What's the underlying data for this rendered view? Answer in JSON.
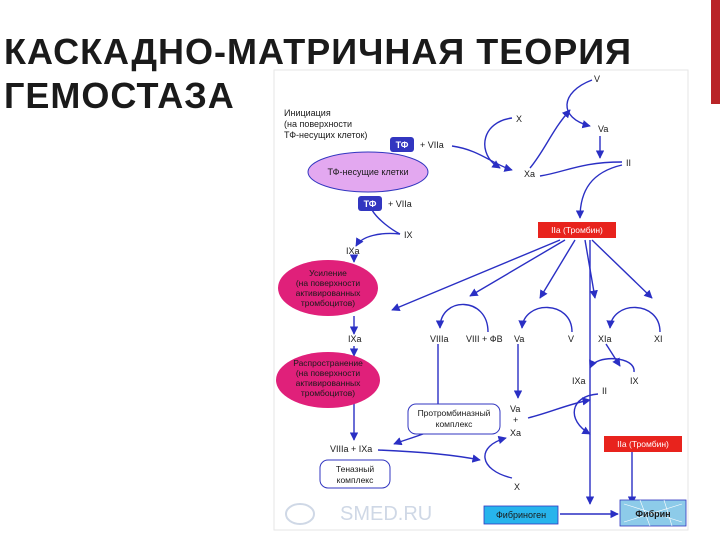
{
  "slide": {
    "title_line1": "КАСКАДНО-МАТРИЧНАЯ ТЕОРИЯ",
    "title_line2": "ГЕМОСТАЗА"
  },
  "colors": {
    "accent_bar": "#b92428",
    "arrow": "#2a2fc4",
    "pink_ellipse": "#e0207a",
    "lilac_ellipse": "#e3a8f0",
    "thrombin_box": "#e8231d",
    "fibrinogen_box": "#27b4ec",
    "fibrin_box": "#8dcbe9"
  },
  "diagram": {
    "initiation": [
      "Инициация",
      "(на поверхности",
      "ТФ-несущих клеток)"
    ],
    "tf_1": "ТФ",
    "viia_1": "+ VIIa",
    "tf_cells": "ТФ-несущие клетки",
    "tf_2": "ТФ",
    "viia_2": "+ VIIa",
    "x_top": "X",
    "xa_top": "Xa",
    "v_top": "V",
    "va_top": "Va",
    "ii_top": "II",
    "ix": "IX",
    "ixa_1": "IXa",
    "thrombin_1": "IIa (Тромбин)",
    "amplification": [
      "Усиление",
      "(на поверхности",
      "активированных",
      "тромбоцитов)"
    ],
    "viiia": "VIIIa",
    "viii_fb": "VIII + ФВ",
    "va_mid": "Va",
    "v_mid": "V",
    "xia": "XIa",
    "xi": "XI",
    "ixa_2": "IXa",
    "ixa_3": "IXa",
    "ix_right": "IX",
    "ii_right": "II",
    "propagation": [
      "Распространение",
      "(на поверхности",
      "активированных",
      "тромбоцитов)"
    ],
    "prothrombinase": [
      "Протромбиназный",
      "комплекс"
    ],
    "va_prot": "Va",
    "plus_sign": "+",
    "xa_prot": "Xa",
    "viiia_ixa": "VIIIa + IXa",
    "thrombin_2": "IIa (Тромбин)",
    "tenase": [
      "Теназный",
      "комплекс"
    ],
    "x_bottom": "X",
    "fibrinogen": "Фибриноген",
    "fibrin": "Фибрин",
    "watermark": "SMED.RU"
  }
}
